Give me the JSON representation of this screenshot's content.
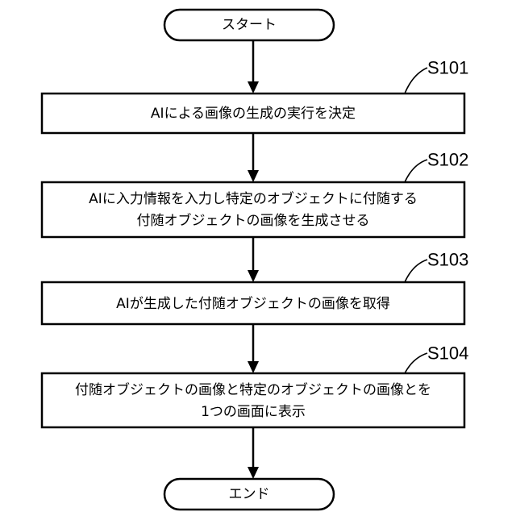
{
  "start": {
    "label": "スタート"
  },
  "end": {
    "label": "エンド"
  },
  "steps": [
    {
      "id": "S101",
      "lines": [
        "AIによる画像の生成の実行を決定"
      ]
    },
    {
      "id": "S102",
      "lines": [
        "AIに入力情報を入力し特定のオブジェクトに付随する",
        "付随オブジェクトの画像を生成させる"
      ]
    },
    {
      "id": "S103",
      "lines": [
        "AIが生成した付随オブジェクトの画像を取得"
      ]
    },
    {
      "id": "S104",
      "lines": [
        "付随オブジェクトの画像と特定のオブジェクトの画像とを",
        "1つの画面に表示"
      ]
    }
  ]
}
